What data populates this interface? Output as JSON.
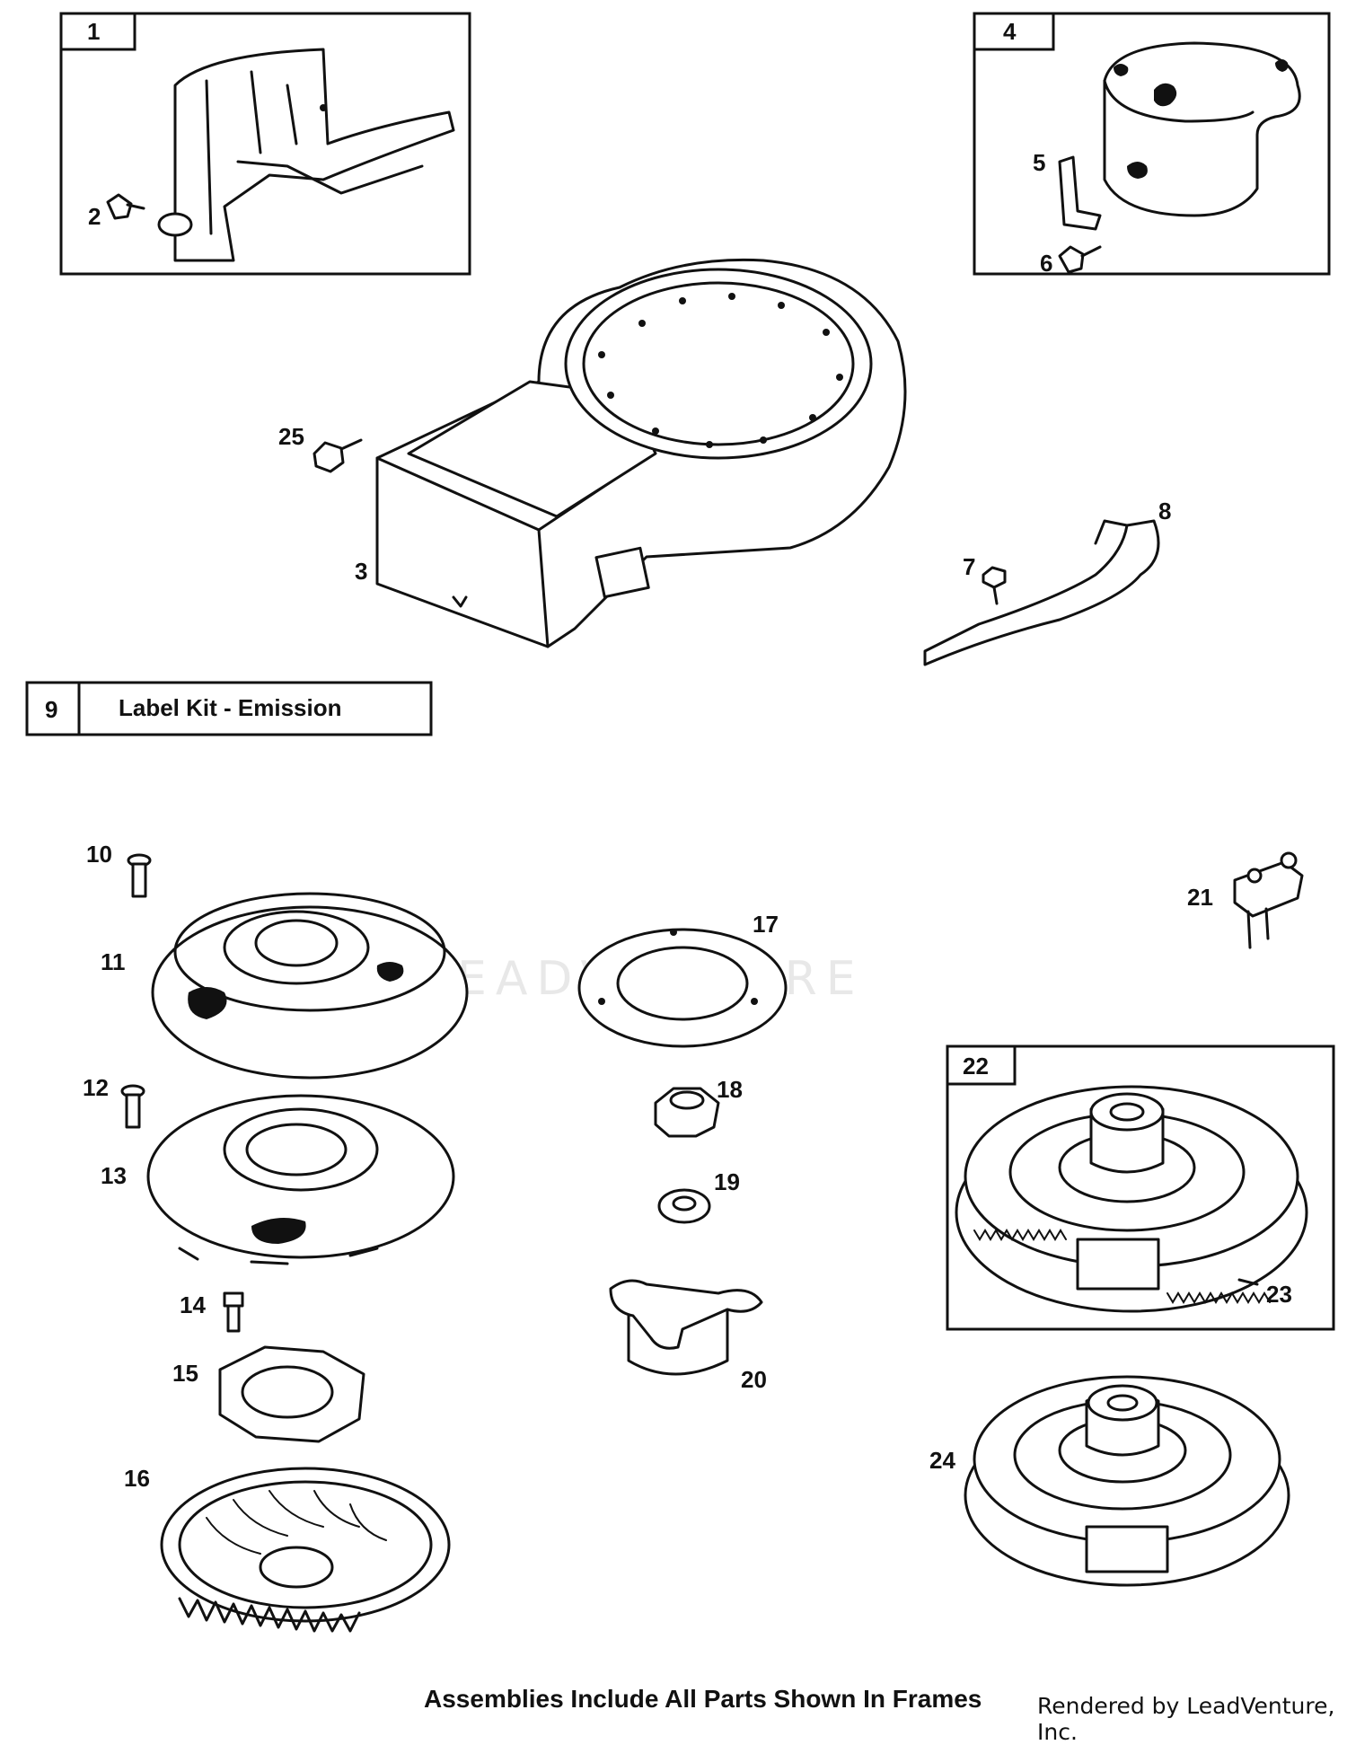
{
  "footer": {
    "note": "Assemblies Include All Parts Shown In Frames",
    "credit": "Rendered by LeadVenture, Inc."
  },
  "watermark": {
    "text": "LEADVENTURE"
  },
  "label_box": {
    "number": "9",
    "text": "Label Kit - Emission"
  },
  "frames": {
    "f1": "1",
    "f4": "4",
    "f22": "22"
  },
  "callouts": {
    "c2": "2",
    "c3": "3",
    "c5": "5",
    "c6": "6",
    "c7": "7",
    "c8": "8",
    "c10": "10",
    "c11": "11",
    "c12": "12",
    "c13": "13",
    "c14": "14",
    "c15": "15",
    "c16": "16",
    "c17": "17",
    "c18": "18",
    "c19": "19",
    "c20": "20",
    "c21": "21",
    "c23": "23",
    "c24": "24",
    "c25": "25"
  }
}
